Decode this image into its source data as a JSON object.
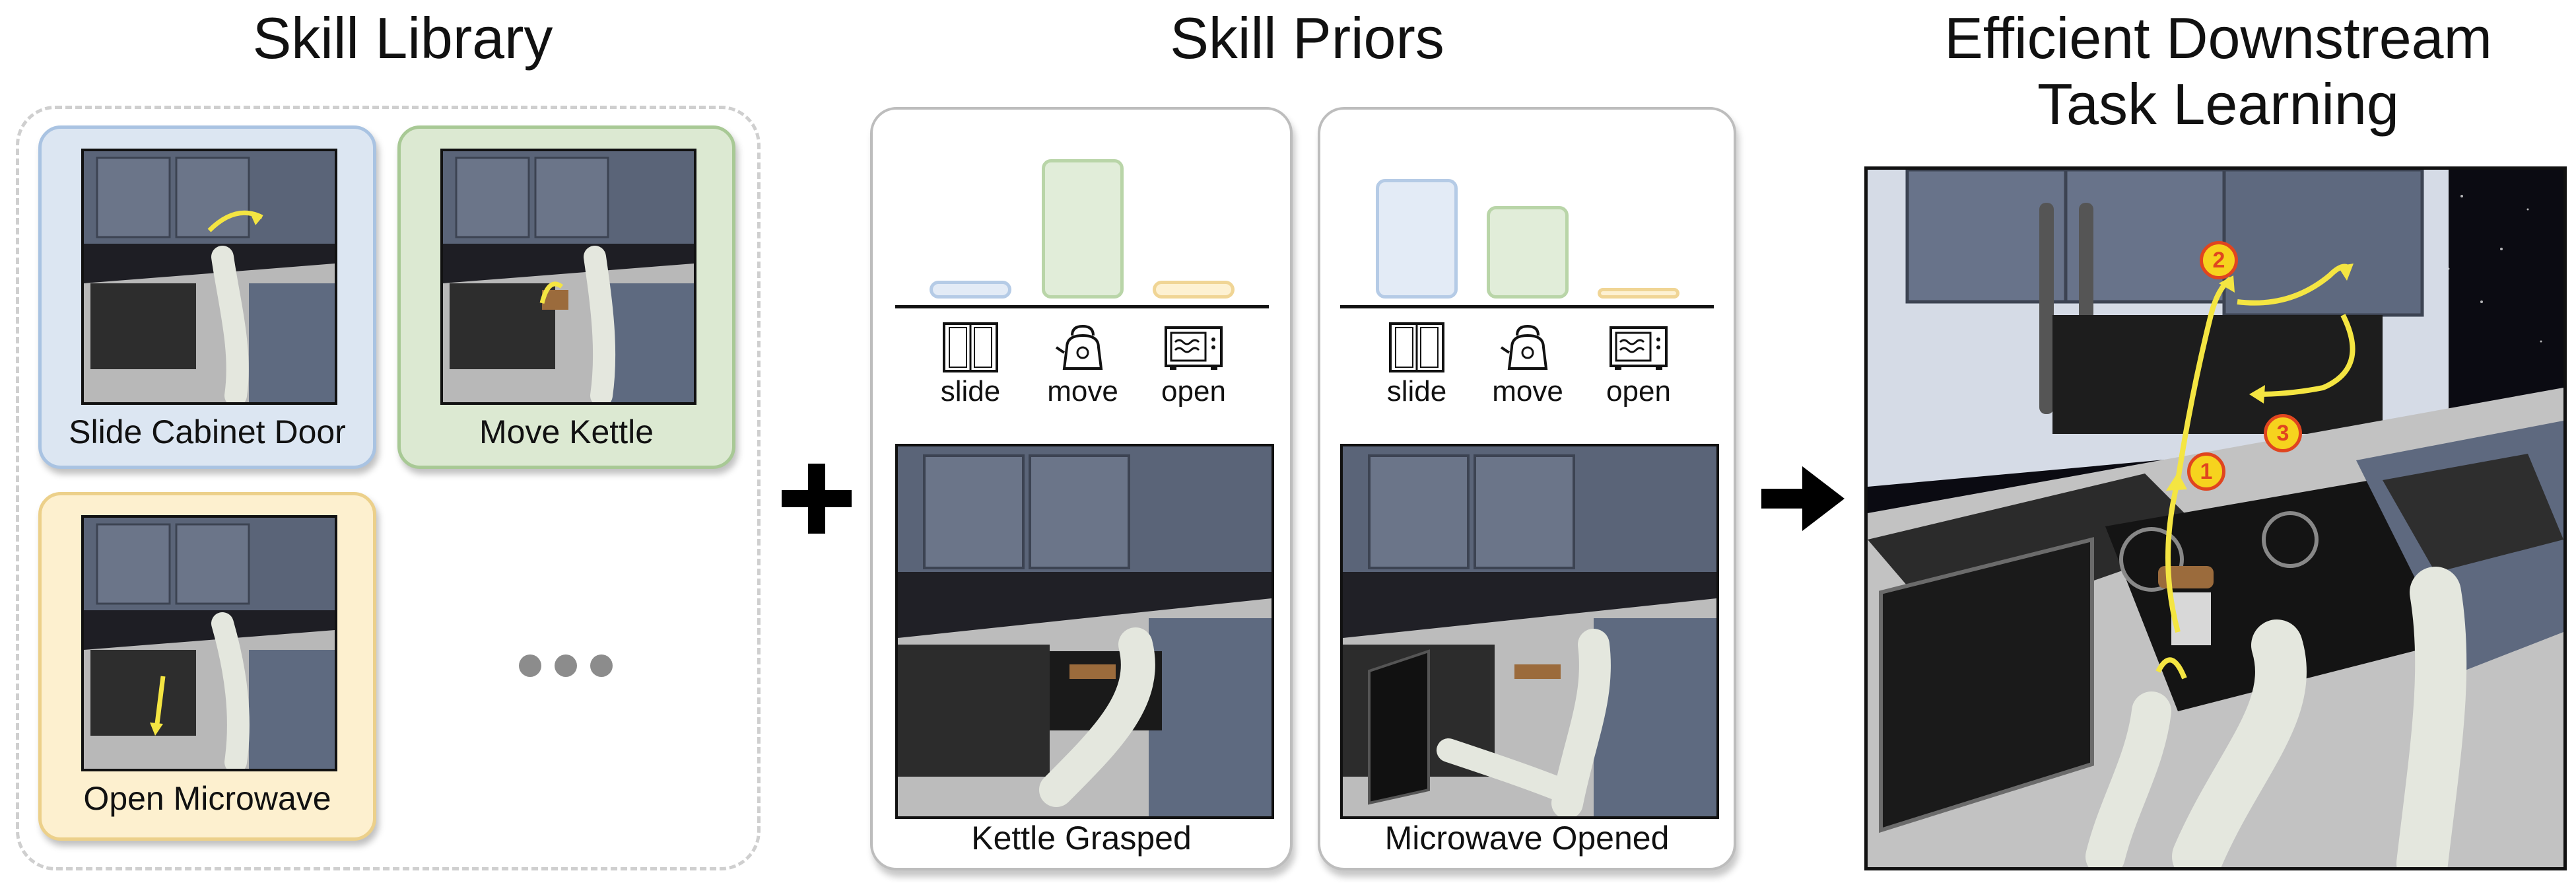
{
  "titles": {
    "skill_library": "Skill Library",
    "skill_priors": "Skill Priors",
    "downstream_line1": "Efficient Downstream",
    "downstream_line2": "Task Learning"
  },
  "skills": [
    {
      "label": "Slide Cabinet Door",
      "color": "#dce6f2",
      "border": "#a9c3e2"
    },
    {
      "label": "Move Kettle",
      "color": "#dce9d2",
      "border": "#a8c995"
    },
    {
      "label": "Open Microwave",
      "color": "#fdf0cf",
      "border": "#ecd08a"
    }
  ],
  "operators": {
    "plus": "+",
    "arrow": "arrow"
  },
  "priors": [
    {
      "caption": "Kettle Grasped",
      "categories": [
        "slide",
        "move",
        "open"
      ],
      "values": [
        0.1,
        0.78,
        0.1
      ]
    },
    {
      "caption": "Microwave Opened",
      "categories": [
        "slide",
        "move",
        "open"
      ],
      "values": [
        0.67,
        0.52,
        0.04
      ]
    }
  ],
  "chart_colors": {
    "slide": {
      "fill": "#e3ebf6",
      "stroke": "#b5cbe6"
    },
    "move": {
      "fill": "#e1edd9",
      "stroke": "#b9d5a8"
    },
    "open": {
      "fill": "#fdf1d2",
      "stroke": "#f0d595"
    }
  },
  "icons": [
    "cabinet-door-icon",
    "kettle-icon",
    "microwave-icon"
  ],
  "steps": [
    "1",
    "2",
    "3"
  ]
}
